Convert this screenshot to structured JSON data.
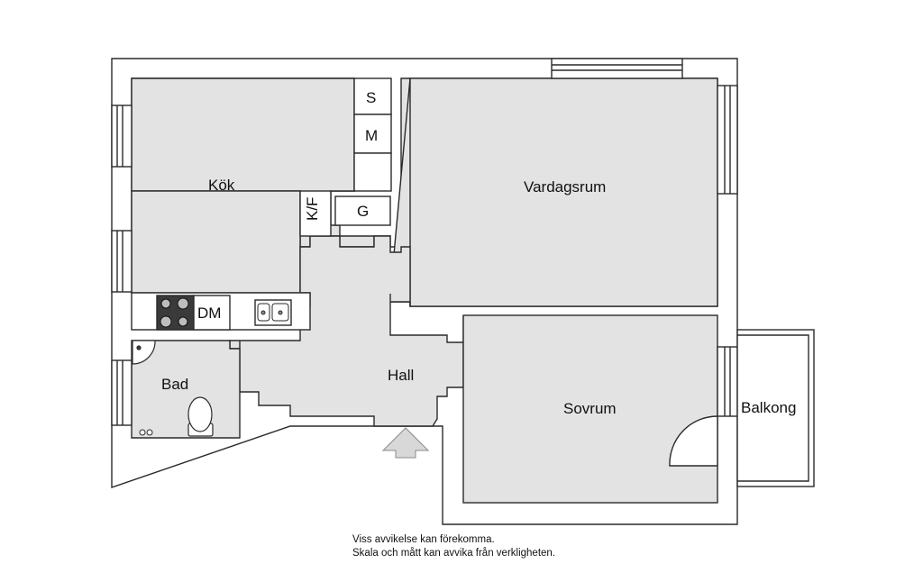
{
  "rooms": {
    "kitchen": "Kök",
    "living": "Vardagsrum",
    "hall": "Hall",
    "bedroom": "Sovrum",
    "bathroom": "Bad",
    "balcony": "Balkong"
  },
  "fixtures": {
    "storage": "S",
    "m": "M",
    "fridge_freezer": "K/F",
    "g": "G",
    "dishwasher": "DM"
  },
  "disclaimer": {
    "line1": "Viss avvikelse kan förekomma.",
    "line2": "Skala och mått kan avvika från verkligheten."
  },
  "colors": {
    "floor": "#e3e3e3",
    "wall": "#ffffff",
    "outline": "#2a2a2a"
  }
}
